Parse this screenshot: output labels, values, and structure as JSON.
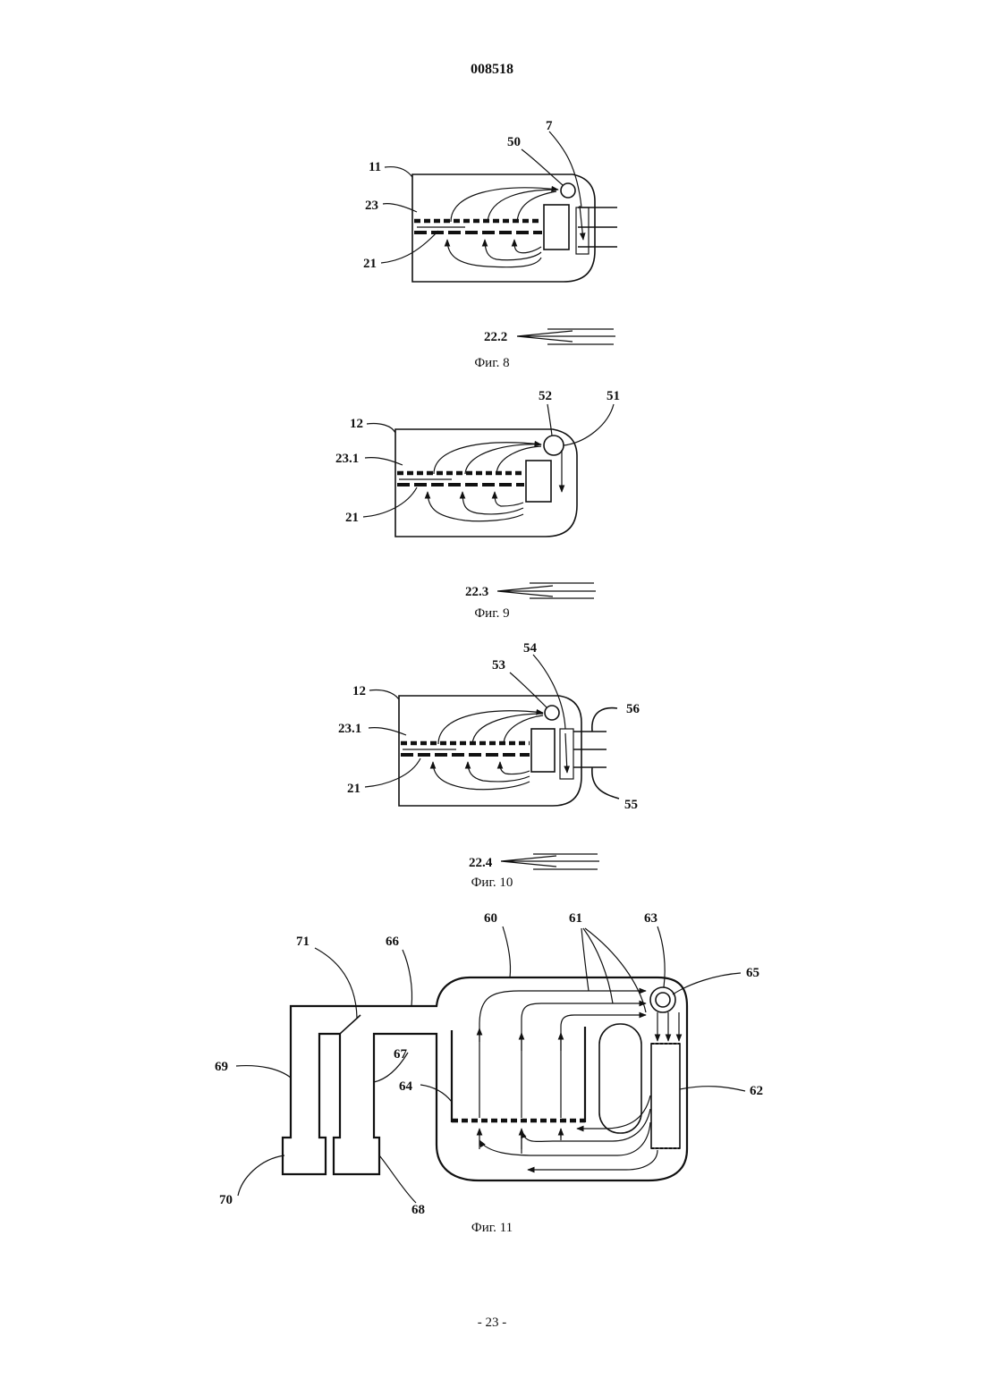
{
  "document": {
    "number": "008518",
    "page_number": "- 23 -"
  },
  "figures": [
    {
      "id": "fig8",
      "caption": "Фиг. 8",
      "labels": [
        "7",
        "50",
        "11",
        "23",
        "21",
        "22.2"
      ]
    },
    {
      "id": "fig9",
      "caption": "Фиг. 9",
      "labels": [
        "52",
        "51",
        "12",
        "23.1",
        "21",
        "22.3"
      ]
    },
    {
      "id": "fig10",
      "caption": "Фиг. 10",
      "labels": [
        "54",
        "53",
        "56",
        "12",
        "23.1",
        "21",
        "55",
        "22.4"
      ]
    },
    {
      "id": "fig11",
      "caption": "Фиг. 11",
      "labels": [
        "60",
        "61",
        "63",
        "71",
        "66",
        "65",
        "69",
        "67",
        "64",
        "62",
        "70",
        "68"
      ]
    }
  ]
}
